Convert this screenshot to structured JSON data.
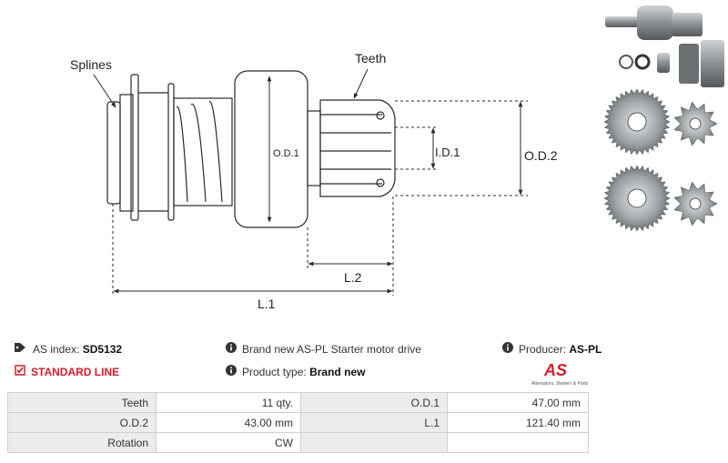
{
  "diagram": {
    "label_splines": "Splines",
    "label_teeth": "Teeth",
    "label_od1": "O.D.1",
    "label_id1": "I.D.1",
    "label_od2": "O.D.2",
    "label_l2": "L.2",
    "label_l1": "L.1"
  },
  "info": {
    "as_index_label": "AS index:",
    "as_index_value": "SD5132",
    "line_label": "STANDARD LINE",
    "description": "Brand new AS-PL Starter motor drive",
    "product_type_label": "Product type:",
    "product_type_value": "Brand new",
    "producer_label": "Producer:",
    "producer_value": "AS-PL",
    "logo_text": "AS",
    "logo_subtext": "Alternators, Starters & Parts"
  },
  "specs": {
    "rows": [
      [
        {
          "k": "Teeth",
          "v": "11 qty."
        },
        {
          "k": "O.D.1",
          "v": "47.00 mm"
        }
      ],
      [
        {
          "k": "O.D.2",
          "v": "43.00 mm"
        },
        {
          "k": "L.1",
          "v": "121.40 mm"
        }
      ],
      [
        {
          "k": "Rotation",
          "v": "CW"
        },
        {
          "k": "",
          "v": ""
        }
      ]
    ]
  },
  "colors": {
    "accent_red": "#d81e2a",
    "line": "#2a2a2a",
    "metal": "#8a8f93"
  }
}
